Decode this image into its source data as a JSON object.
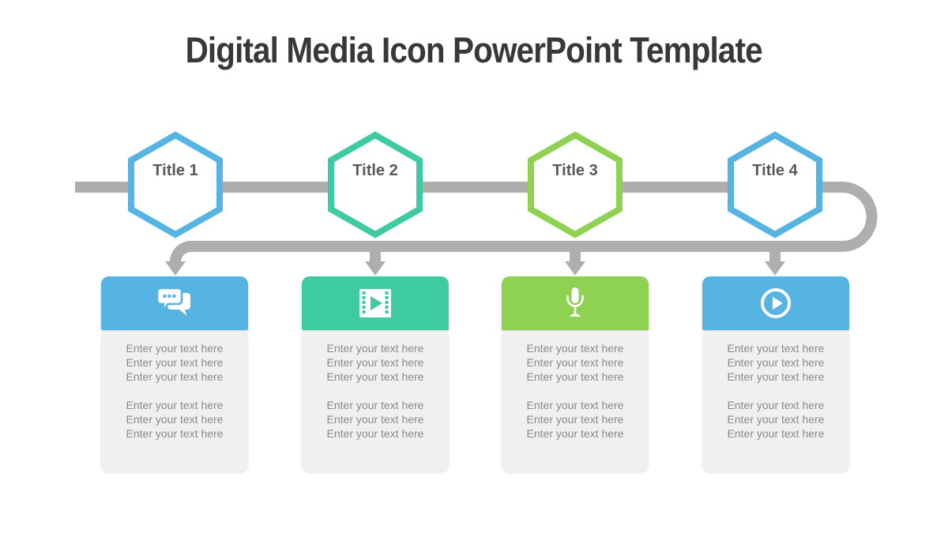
{
  "title": "Digital Media Icon PowerPoint Template",
  "colors": {
    "blue": "#55B4E1",
    "teal": "#3ECBA1",
    "green": "#8FD150",
    "pipe_gray": "#AEAEAE",
    "hex_label_gray": "#595959",
    "body_text_gray": "#8A8A8A",
    "card_body_bg": "#F0F0F0",
    "title_text": "#383838"
  },
  "steps": [
    {
      "title": "Title 1",
      "color": "#55B4E1"
    },
    {
      "title": "Title 2",
      "color": "#3ECBA1"
    },
    {
      "title": "Title 3",
      "color": "#8FD150"
    },
    {
      "title": "Title 4",
      "color": "#55B4E1"
    }
  ],
  "cards": [
    {
      "icon": "chat-bubbles-icon",
      "accent": "#55B4E1",
      "lines": [
        "Enter your text here",
        "Enter your text here",
        "Enter your text here",
        "Enter your text here",
        "Enter your text here",
        "Enter your text here"
      ]
    },
    {
      "icon": "film-play-icon",
      "accent": "#3ECBA1",
      "lines": [
        "Enter your text here",
        "Enter your text here",
        "Enter your text here",
        "Enter your text here",
        "Enter your text here",
        "Enter your text here"
      ]
    },
    {
      "icon": "microphone-icon",
      "accent": "#8FD150",
      "lines": [
        "Enter your text here",
        "Enter your text here",
        "Enter your text here",
        "Enter your text here",
        "Enter your text here",
        "Enter your text here"
      ]
    },
    {
      "icon": "play-circle-icon",
      "accent": "#55B4E1",
      "lines": [
        "Enter your text here",
        "Enter your text here",
        "Enter your text here",
        "Enter your text here",
        "Enter your text here",
        "Enter your text here"
      ]
    }
  ]
}
